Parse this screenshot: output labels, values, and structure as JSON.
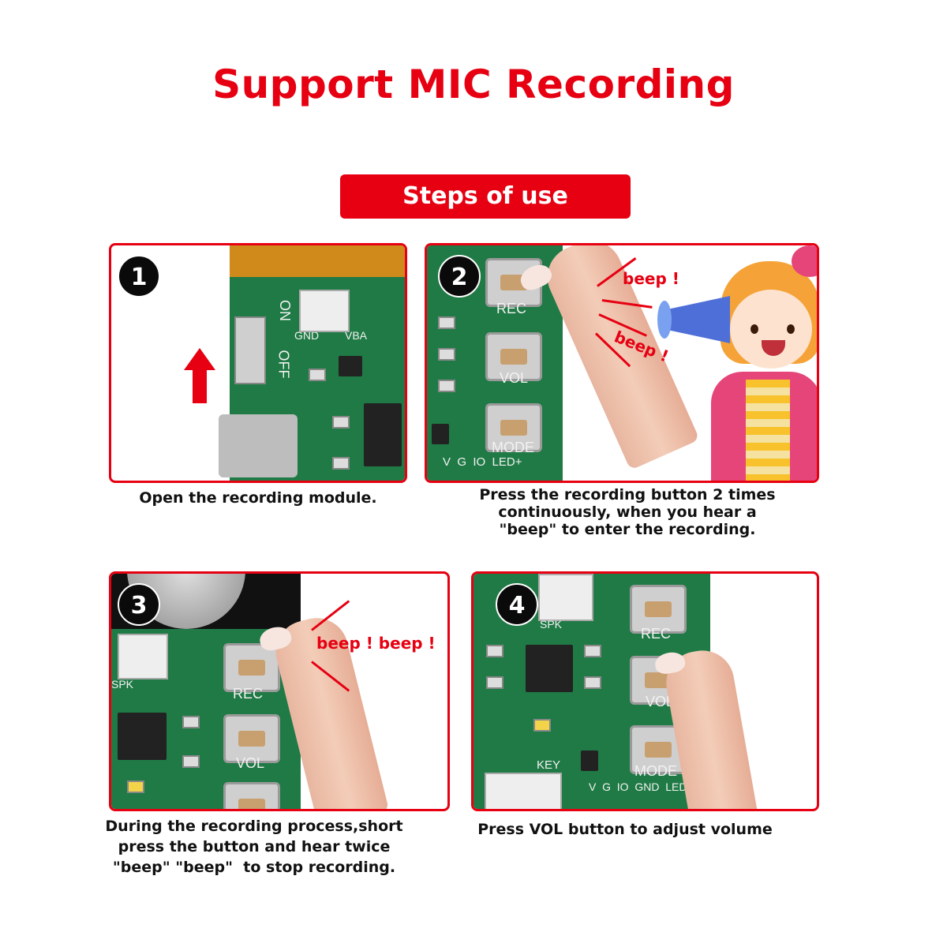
{
  "title": "Support MIC Recording",
  "banner": "Steps of use",
  "steps": [
    {
      "number": "1",
      "caption": "Open the recording module.",
      "labels": {
        "on": "ON",
        "off": "OFF",
        "gnd": "GND",
        "vbat": "VBA"
      }
    },
    {
      "number": "2",
      "caption_lines": [
        "Press the recording button 2 times",
        "continuously, when you hear a",
        "\"beep\" to enter the recording."
      ],
      "labels": {
        "rec": "REC",
        "vol": "VOL",
        "mode": "MODE",
        "pins": "V  G  IO  LED+"
      },
      "beep_1": "beep !",
      "beep_2": "beep !"
    },
    {
      "number": "3",
      "caption_lines": [
        "During the recording process,short",
        "press the button and hear twice",
        "\"beep\" \"beep\"  to stop recording."
      ],
      "labels": {
        "rec": "REC",
        "vol": "VOL",
        "spk": "SPK"
      },
      "beep": "beep ! beep !"
    },
    {
      "number": "4",
      "caption": "Press VOL button to adjust volume",
      "labels": {
        "rec": "REC",
        "vol": "VOL",
        "mode": "MODE",
        "key": "KEY",
        "pins": "V  G  IO  GND  LED+",
        "spk": "SPK"
      }
    }
  ]
}
